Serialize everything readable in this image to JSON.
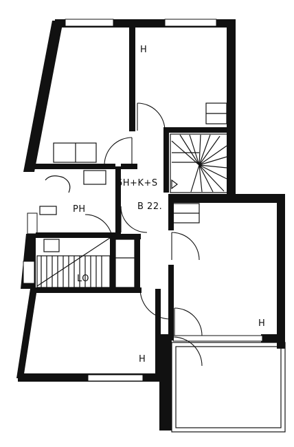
{
  "rooms": [
    {
      "id": "bedroom-top",
      "label": "H"
    },
    {
      "id": "bedroom-right-mid",
      "label": "H"
    },
    {
      "id": "bedroom-bottom-left",
      "label": "H"
    },
    {
      "id": "bathroom",
      "label": "PH"
    },
    {
      "id": "laundry",
      "label": "LO"
    },
    {
      "id": "hall",
      "label": "6H+K+S"
    },
    {
      "id": "flat-number",
      "label": "B 22."
    }
  ]
}
